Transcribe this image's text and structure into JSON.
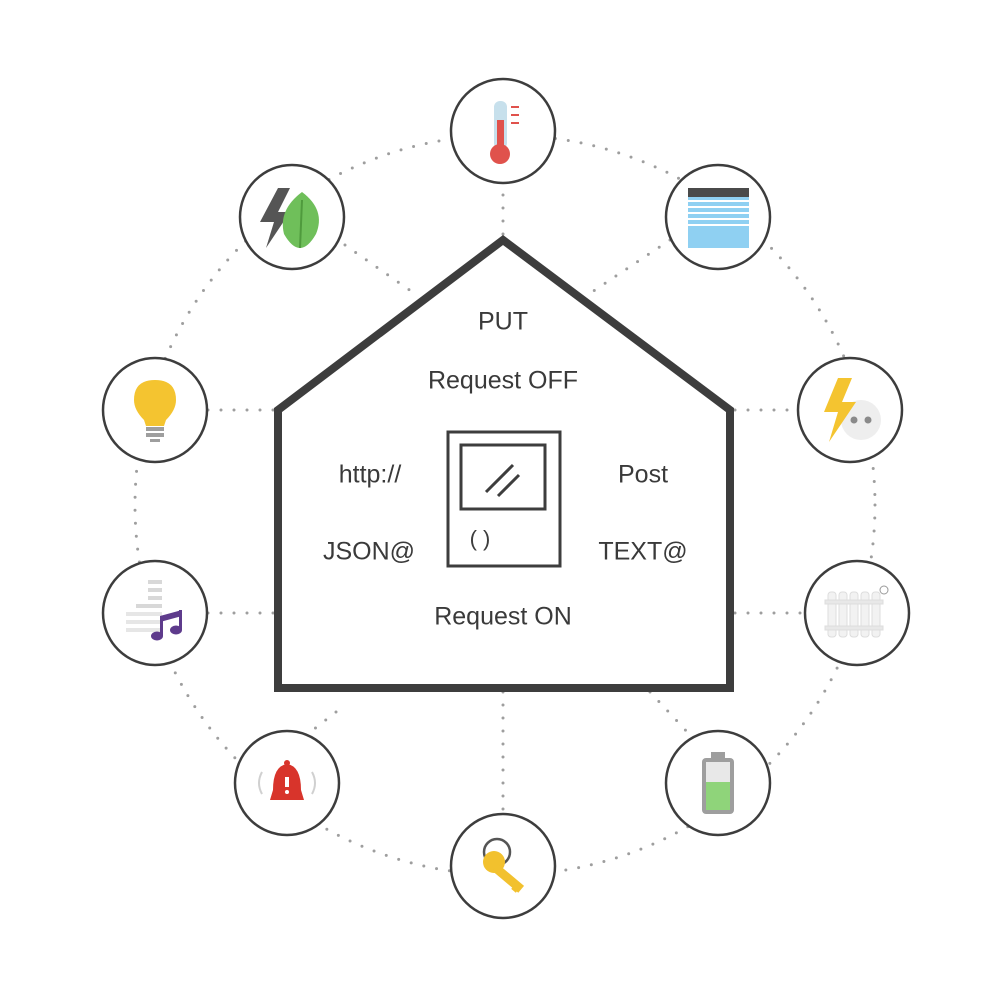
{
  "house": {
    "labels": {
      "put": "PUT",
      "request_off": "Request OFF",
      "http": "http://",
      "post": "Post",
      "json": "JSON@",
      "text": "TEXT@",
      "request_on": "Request ON"
    },
    "panel_glyph": "( )"
  },
  "devices": [
    {
      "name": "thermometer-icon"
    },
    {
      "name": "window-blinds-icon"
    },
    {
      "name": "power-socket-icon"
    },
    {
      "name": "radiator-icon"
    },
    {
      "name": "battery-icon"
    },
    {
      "name": "key-icon"
    },
    {
      "name": "alarm-bell-icon"
    },
    {
      "name": "music-icon"
    },
    {
      "name": "light-bulb-icon"
    },
    {
      "name": "energy-leaf-icon"
    }
  ],
  "colors": {
    "outline": "#3d3d3d",
    "dots": "#9e9e9e",
    "thermo_red": "#e0524c",
    "thermo_blue": "#c7e0ec",
    "blind_blue": "#8fd0f2",
    "bolt_yellow": "#f4c430",
    "leaf_green": "#6fbf5a",
    "bell_red": "#d8342b",
    "music_purple": "#5e3b8c",
    "battery_green": "#8fd47a",
    "key_yellow": "#f2c12e"
  }
}
